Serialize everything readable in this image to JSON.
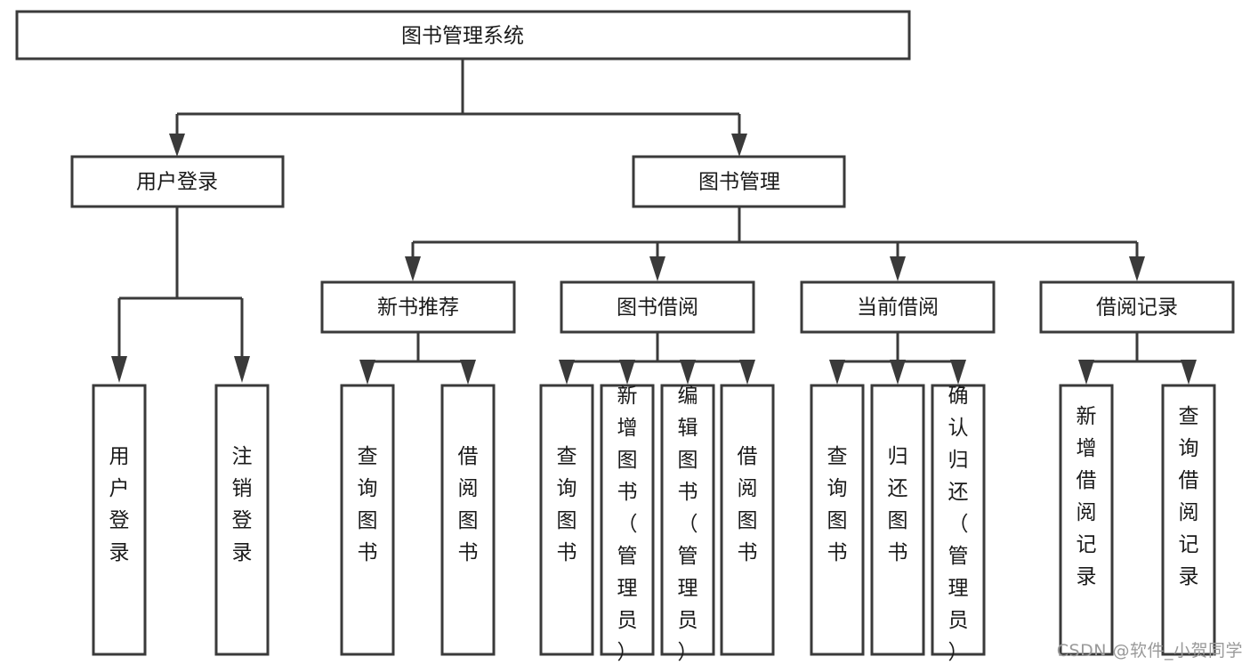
{
  "diagram": {
    "title": "图书管理系统",
    "watermark": "CSDN @软件_小贺同学",
    "colors": {
      "stroke": "#3a3a3a",
      "fill": "#ffffff",
      "text": "#1a1a1a",
      "watermark": "#9a9a9a"
    },
    "root": {
      "label": "图书管理系统"
    },
    "level2": [
      {
        "label": "用户登录"
      },
      {
        "label": "图书管理"
      }
    ],
    "level3": [
      {
        "label": "新书推荐"
      },
      {
        "label": "图书借阅"
      },
      {
        "label": "当前借阅"
      },
      {
        "label": "借阅记录"
      }
    ],
    "leaves": {
      "user_login": [
        {
          "label": "用户登录"
        },
        {
          "label": "注销登录"
        }
      ],
      "new_book_recommend": [
        {
          "label": "查询图书"
        },
        {
          "label": "借阅图书"
        }
      ],
      "book_borrow": [
        {
          "label": "查询图书"
        },
        {
          "label": "新增图书（管理员）"
        },
        {
          "label": "编辑图书（管理员）"
        },
        {
          "label": "借阅图书"
        }
      ],
      "current_borrow": [
        {
          "label": "查询图书"
        },
        {
          "label": "归还图书"
        },
        {
          "label": "确认归还（管理员）"
        }
      ],
      "borrow_record": [
        {
          "label": "新增借阅记录"
        },
        {
          "label": "查询借阅记录"
        }
      ]
    }
  }
}
